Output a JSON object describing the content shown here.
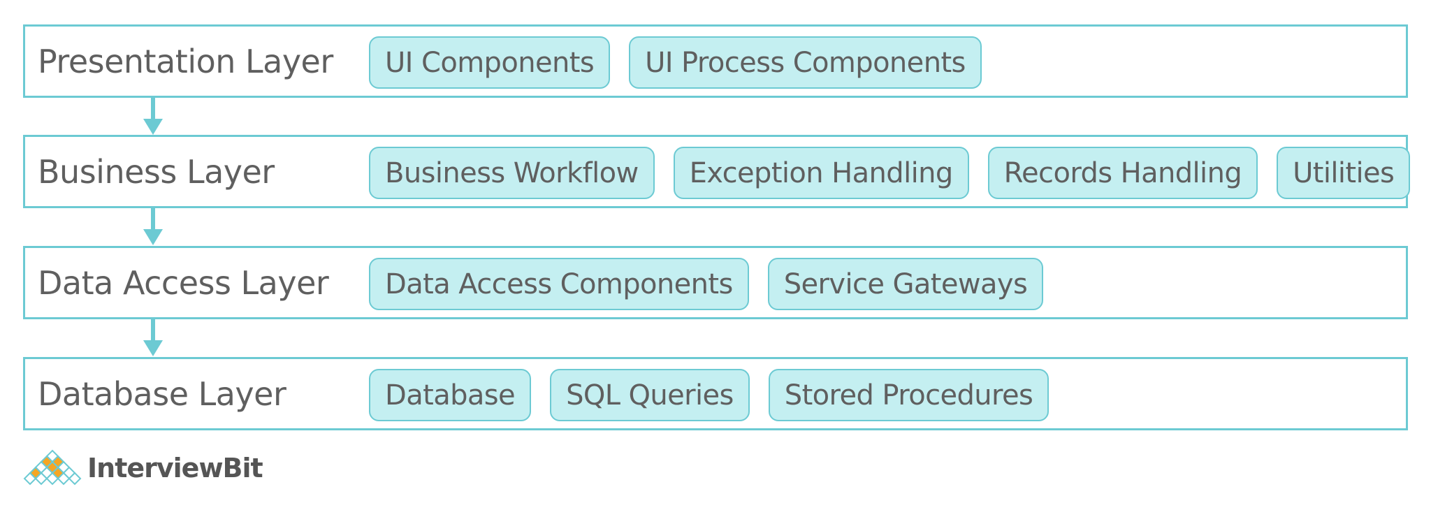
{
  "layers": [
    {
      "title": "Presentation Layer",
      "components": [
        "UI Components",
        "UI Process Components"
      ]
    },
    {
      "title": "Business Layer",
      "components": [
        "Business Workflow",
        "Exception Handling",
        "Records Handling",
        "Utilities"
      ]
    },
    {
      "title": "Data Access Layer",
      "components": [
        "Data Access Components",
        "Service Gateways"
      ]
    },
    {
      "title": "Database Layer",
      "components": [
        "Database",
        "SQL Queries",
        "Stored Procedures"
      ]
    }
  ],
  "brand": {
    "name": "InterviewBit",
    "icon": "diamond-grid-icon"
  },
  "colors": {
    "border": "#6ccad3",
    "chip_fill": "#c4eff1",
    "text": "#5f5f5f",
    "logo_orange": "#f5a623"
  }
}
